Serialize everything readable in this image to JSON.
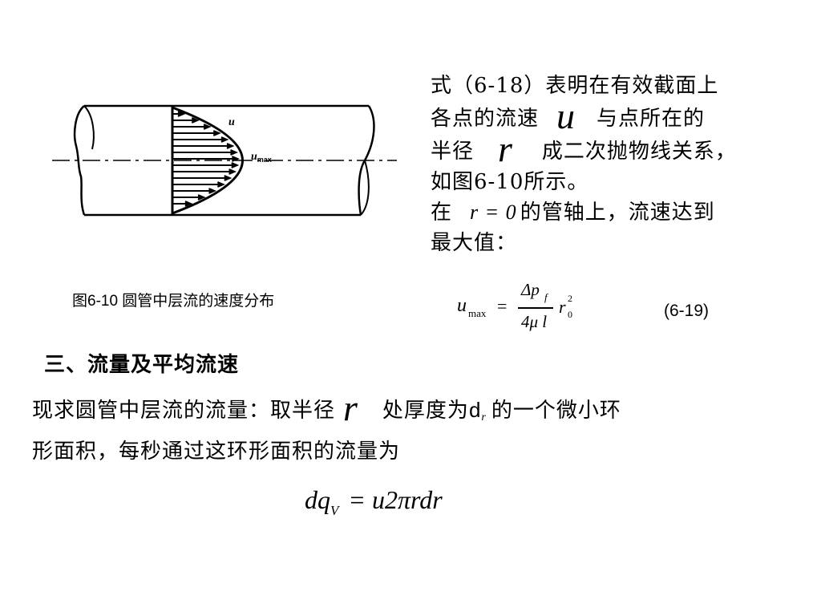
{
  "figure": {
    "label_u": "u",
    "label_umax": "u",
    "label_umax_sub": "max",
    "caption": "图6-10  圆管中层流的速度分布"
  },
  "right_text": {
    "line1": "式（6-18）表明在有效截面上",
    "line2_a": "各点的流速",
    "line2_var": "u",
    "line2_b": "与点所在的",
    "line3_a": "半径",
    "line3_var": "r",
    "line3_b": "成二次抛物线关系，",
    "line4": "如图6-10所示。",
    "line5_a": "在",
    "line5_math": "r = 0",
    "line5_b": "的管轴上，流速达到",
    "line6": "最大值："
  },
  "equation_619": {
    "lhs": "u",
    "lhs_sub": "max",
    "equals": "=",
    "numerator": "Δp",
    "numerator_sub": "f",
    "denominator": "4μ l",
    "factor": "r",
    "factor_sub": "0",
    "factor_sup": "2",
    "number": "(6-19)"
  },
  "section": {
    "heading": "三、流量及平均流速",
    "para_a": "现求圆管中层流的流量：取半径",
    "para_var": "r",
    "para_b": "处厚度为",
    "para_dr": "d",
    "para_dr_sub": "r",
    "para_c": "的一个微小环",
    "para_line2": "形面积，每秒通过这环形面积的流量为"
  },
  "equation_flow": {
    "lhs": "dq",
    "lhs_sub": "V",
    "rhs": "= u2πrdr"
  }
}
